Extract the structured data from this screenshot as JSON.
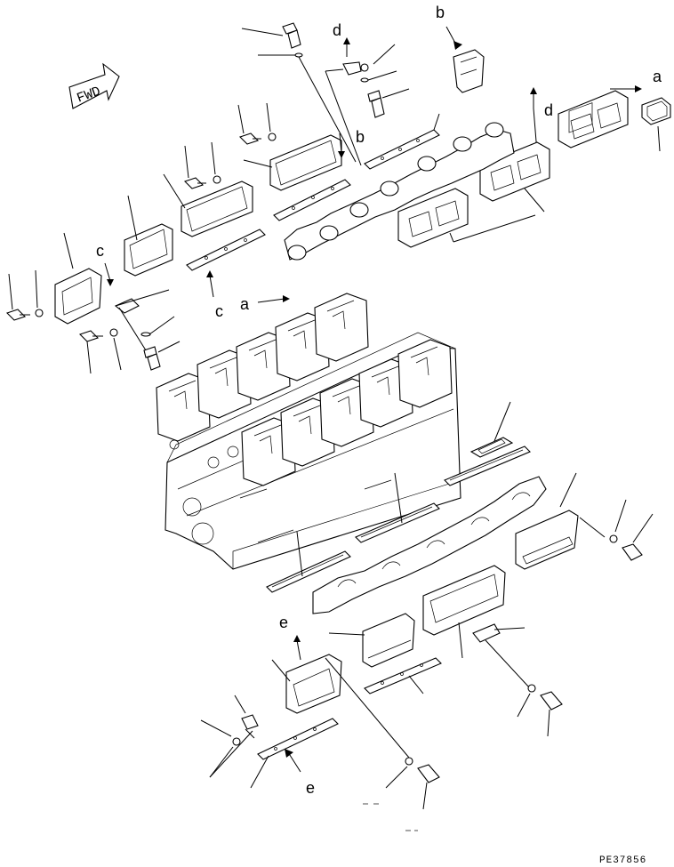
{
  "diagram": {
    "fwd_label": "FWD",
    "drawing_code": "PE37856",
    "callouts": [
      {
        "id": "b-top",
        "letter": "b"
      },
      {
        "id": "d-top",
        "letter": "d"
      },
      {
        "id": "a-right",
        "letter": "a"
      },
      {
        "id": "d-right",
        "letter": "d"
      },
      {
        "id": "b-mid",
        "letter": "b"
      },
      {
        "id": "c-left",
        "letter": "c"
      },
      {
        "id": "c-mid",
        "letter": "c"
      },
      {
        "id": "a-mid",
        "letter": "a"
      },
      {
        "id": "e-bottom-top",
        "letter": "e"
      },
      {
        "id": "e-bottom",
        "letter": "e"
      }
    ]
  }
}
